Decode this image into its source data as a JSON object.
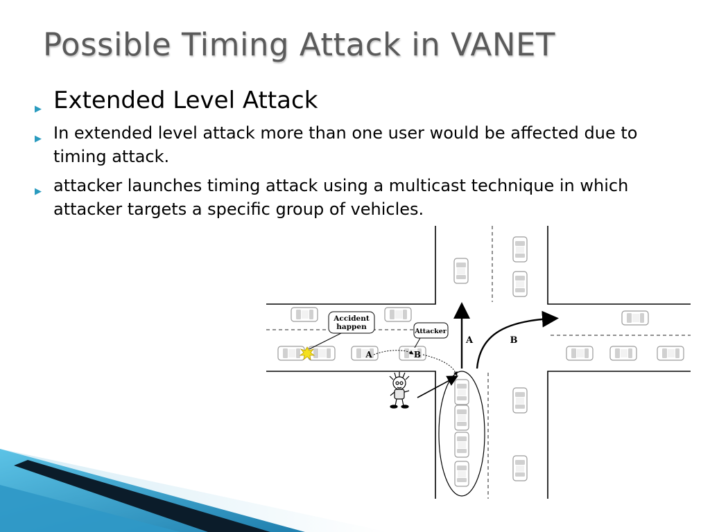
{
  "title": "Possible Timing Attack in VANET",
  "bullets": [
    "Extended Level Attack",
    "In extended level attack more than one user would be affected due to timing attack.",
    "attacker launches timing attack using a multicast technique in which attacker targets a specific group of vehicles."
  ],
  "diagram": {
    "accident_callout": "Accident\nhappen",
    "attacker_callout": "Attacker",
    "label_a": "A",
    "label_b": "B",
    "path_a": "A",
    "path_b": "B"
  },
  "colors": {
    "title": "#5a5a5a",
    "bullet_arrow": "#2a9bbf",
    "decor_blue": "#3aa6cf",
    "decor_dark": "#0b1c2a"
  },
  "icons": [
    "bullet-arrow-icon",
    "explosion-icon",
    "attacker-figure-icon",
    "car-icon"
  ]
}
